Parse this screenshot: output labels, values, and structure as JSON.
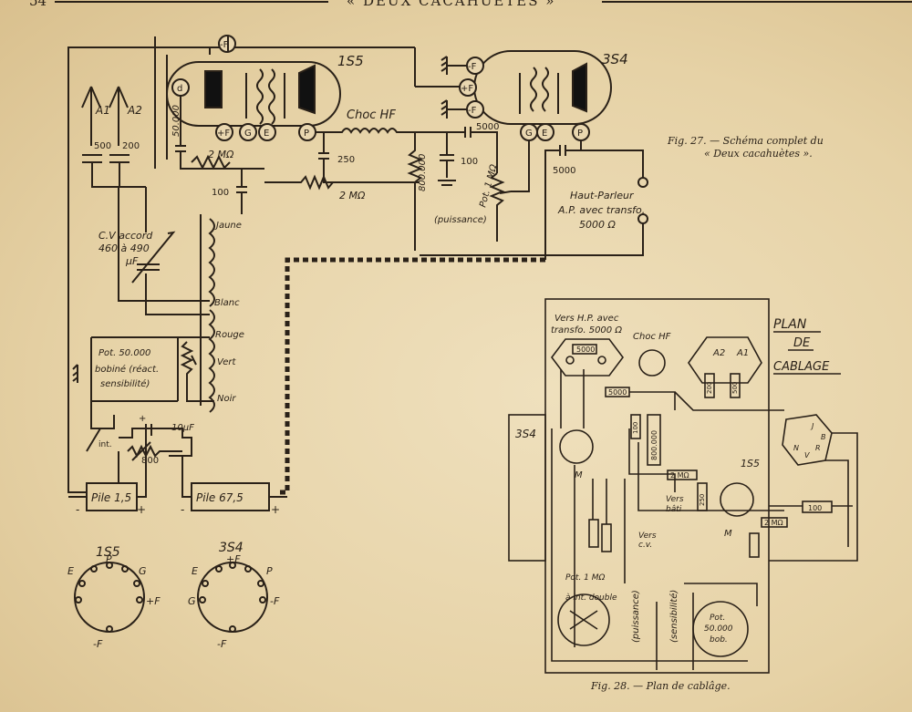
{
  "header": {
    "page_number": "54",
    "title": "« DEUX CACAHUÈTES »"
  },
  "fig27": {
    "caption_line1": "Fig. 27. — Schéma complet du",
    "caption_line2": "« Deux cacahuètes »."
  },
  "fig28": {
    "caption": "Fig. 28. — Plan de cablâge."
  },
  "schematic": {
    "tube1": "1S5",
    "tube2": "3S4",
    "pins": {
      "minus_f": "-F",
      "plus_f": "+F",
      "d": "d",
      "g": "G",
      "e": "E",
      "p": "P"
    },
    "antennas": [
      "A1",
      "A2"
    ],
    "caps": {
      "c500": "500",
      "c200": "200",
      "c50000": "50.000",
      "c250": "250",
      "c100": "100",
      "c5000a": "5000",
      "c100b": "100",
      "c5000b": "5000"
    },
    "resistors": {
      "r2m_a": "2 MΩ",
      "r2m_b": "2 MΩ",
      "r800k": "800.000",
      "pot1m": "Pot. 1 MΩ",
      "puissance": "(puissance)"
    },
    "choke": "Choc HF",
    "cv_line1": "C.V accord",
    "cv_line2": "460 à 490",
    "cv_line3": "μF",
    "coil_taps": [
      "Jaune",
      "Blanc",
      "Rouge",
      "Vert",
      "Noir"
    ],
    "pot_line1": "Pot. 50.000",
    "pot_line2": "bobiné (réact.",
    "pot_line3": "sensibilité)",
    "speaker_line1": "Haut-Parleur",
    "speaker_line2": "A.P. avec transfo.",
    "speaker_line3": "5000 Ω",
    "inter": "int.",
    "c10uf": "10μF",
    "r800": "800",
    "battery1": "Pile 1,5",
    "battery2": "Pile 67,5",
    "plus": "+",
    "minus": "-"
  },
  "sockets": {
    "s1": {
      "name": "1S5",
      "pins": [
        "P",
        "G",
        "+F",
        "-F",
        "E"
      ]
    },
    "s2": {
      "name": "3S4",
      "pins": [
        "+F",
        "P",
        "-F",
        "-F",
        "G",
        "E"
      ]
    }
  },
  "layout_plan": {
    "title_line1": "PLAN",
    "title_line2": "DE",
    "title_line3": "CABLAGE",
    "hp_line1": "Vers H.P. avec",
    "hp_line2": "transfo. 5000 Ω",
    "choke": "Choc HF",
    "a2": "A2",
    "a1": "A1",
    "r5000": "5000",
    "c5000": "5000",
    "c200": "200",
    "c500": "500",
    "tube_3s4": "3S4",
    "tube_1s5": "1S5",
    "m1": "M",
    "m2": "M",
    "r100": "100",
    "r800k": "800.000",
    "r2m_a": "2 MΩ",
    "r2m_b": "2 MΩ",
    "r100b": "100",
    "r250": "250",
    "bati_line1": "Vers",
    "bati_line2": "bâti",
    "cv_line1": "Vers",
    "cv_line2": "c.v.",
    "pot1m": "Pot. 1 MΩ",
    "int_double": "à int. double",
    "puissance": "(puissance)",
    "sensibilite": "(sensibilité)",
    "pot50_line1": "Pot.",
    "pot50_line2": "50.000",
    "pot50_line3": "bob.",
    "taps": [
      "J",
      "B",
      "R",
      "V",
      "N"
    ]
  }
}
